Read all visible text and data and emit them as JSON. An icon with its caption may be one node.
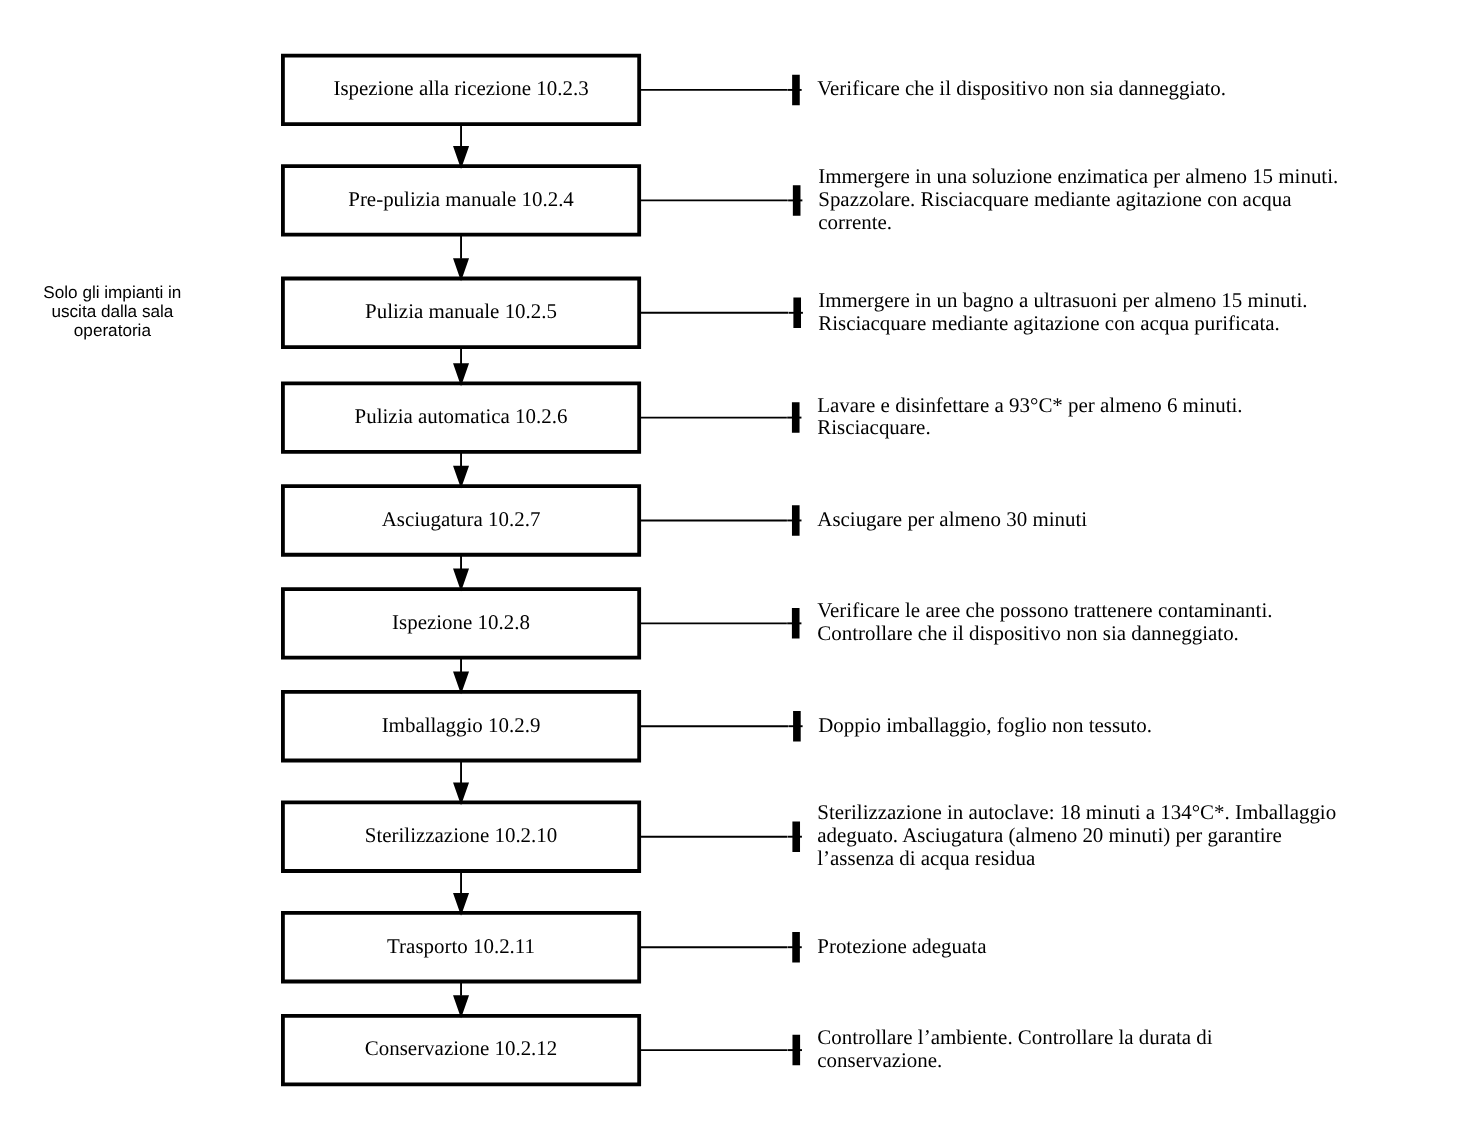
{
  "diagram": {
    "nodes": [
      {
        "text": [
          "Ispezione alla ricezione 10.2.3"
        ]
      },
      {
        "text": [
          "Verificare che il dispositivo non sia danneggiato."
        ]
      },
      {
        "text": [
          "Pre-pulizia manuale 10.2.4"
        ]
      },
      {
        "text": [
          "Immergere in una soluzione enzimatica per almeno 15 minuti. Spazzolare. Risciacquare mediante agitazione con acqua corrente."
        ]
      },
      {
        "text": [
          "Pulizia manuale 10.2.5"
        ]
      },
      {
        "text": [
          "Immergere in un bagno a ultrasuoni per almeno 15 minuti. Risciacquare mediante agitazione con acqua purificata."
        ]
      },
      {
        "text": [
          "Pulizia automatica 10.2.6"
        ]
      },
      {
        "text": [
          "Lavare e disinfettare a 93°C* per almeno 6 minuti. Risciacquare."
        ]
      },
      {
        "text": [
          "Asciugatura 10.2.7"
        ]
      },
      {
        "text": [
          "Asciugare per almeno 30 minuti"
        ]
      },
      {
        "text": [
          "Ispezione 10.2.8"
        ]
      },
      {
        "text": [
          "Verificare le aree che possono trattenere contaminanti. Controllare che il dispositivo non sia danneggiato."
        ]
      },
      {
        "text": [
          "Imballaggio 10.2.9"
        ]
      },
      {
        "text": [
          "Doppio imballaggio, foglio non tessuto."
        ]
      },
      {
        "text": [
          "Sterilizzazione 10.2.10"
        ]
      },
      {
        "text": [
          "Sterilizzazione in autoclave: 18 minuti a 134°C*. Imballaggio adeguato. Asciugatura (almeno 20 minuti) per garantire l’assenza di acqua residua"
        ]
      },
      {
        "text": [
          "Trasporto 10.2.11"
        ]
      },
      {
        "text": [
          "Protezione adeguata"
        ]
      },
      {
        "text": [
          "Conservazione 10.2.12"
        ]
      },
      {
        "text": [
          "Controllare l’ambiente. Controllare la durata di conservazione."
        ]
      }
    ],
    "edges": [
      {
        "from": 0,
        "to": 1,
        "arrow": "other"
      },
      {
        "from": 0,
        "to": 2,
        "arrow": "to"
      },
      {
        "from": 2,
        "to": 3,
        "arrow": "other"
      },
      {
        "from": 2,
        "to": 4,
        "arrow": "to"
      },
      {
        "from": 4,
        "to": 5,
        "arrow": "other"
      },
      {
        "from": 4,
        "to": 6,
        "arrow": "to"
      },
      {
        "from": 6,
        "to": 7,
        "arrow": "other"
      },
      {
        "from": 6,
        "to": 8,
        "arrow": "to"
      },
      {
        "from": 8,
        "to": 9,
        "arrow": "other"
      },
      {
        "from": 8,
        "to": 10,
        "arrow": "to"
      },
      {
        "from": 10,
        "to": 11,
        "arrow": "other"
      },
      {
        "from": 10,
        "to": 12,
        "arrow": "to"
      },
      {
        "from": 12,
        "to": 13,
        "arrow": "other"
      },
      {
        "from": 12,
        "to": 14,
        "arrow": "to"
      },
      {
        "from": 14,
        "to": 15,
        "arrow": "other"
      },
      {
        "from": 14,
        "to": 16,
        "arrow": "to"
      },
      {
        "from": 16,
        "to": 17,
        "arrow": "other"
      },
      {
        "from": 16,
        "to": 18,
        "arrow": "to"
      },
      {
        "from": 18,
        "to": 19,
        "arrow": "other"
      }
    ],
    "labels": [
      "Solo gli impianti in uscita dalla sala operatoria"
    ]
  }
}
